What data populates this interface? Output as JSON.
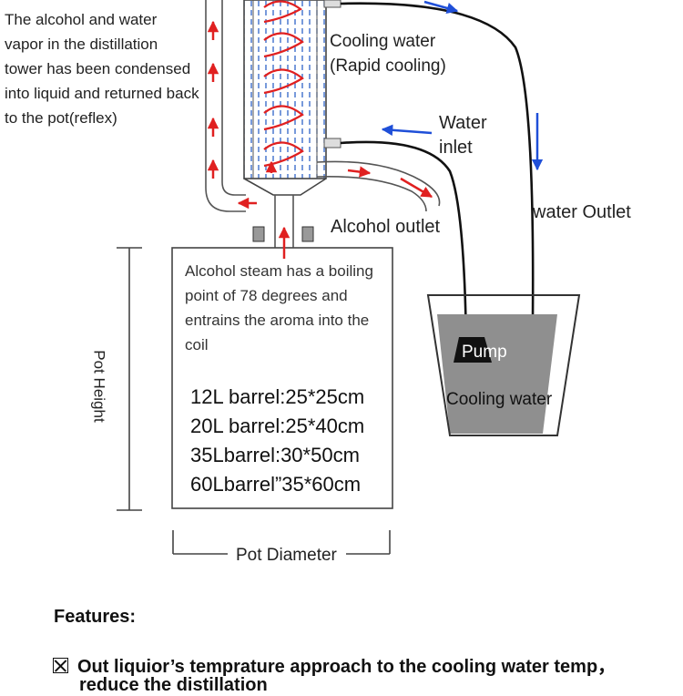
{
  "reflux_note": [
    "The alcohol and water",
    "vapor in the distillation",
    "tower has been condensed",
    "into liquid and returned back",
    "to the pot(reflex)"
  ],
  "cooling_water": [
    "Cooling water",
    "(Rapid cooling)"
  ],
  "water_inlet": [
    "Water",
    "inlet"
  ],
  "alcohol_outlet": "Alcohol outlet",
  "water_outlet": "water Outlet",
  "pot_note": [
    "Alcohol steam has a boiling",
    "point of 78 degrees and",
    "entrains the aroma into the",
    "coil"
  ],
  "barrel_sizes": [
    "12L barrel:25*25cm",
    "20L barrel:25*40cm",
    "35Lbarrel:30*50cm",
    "60Lbarrel”35*60cm"
  ],
  "pump": "Pump",
  "cooling_water_bucket": "Cooling water",
  "pot_height": "Pot Height",
  "pot_diameter": "Pot Diameter",
  "features_title": "Features:",
  "features": [
    "Out liquior’s temprature approach to the cooling water temp，"
  ],
  "features_cut_line": "reduce the distillation",
  "colors": {
    "red_arrow": "#e02020",
    "blue_arrow": "#1f4fd8",
    "coolant": "#2e63c7",
    "bucket_water": "#8f8f8f",
    "pump": "#111111"
  }
}
